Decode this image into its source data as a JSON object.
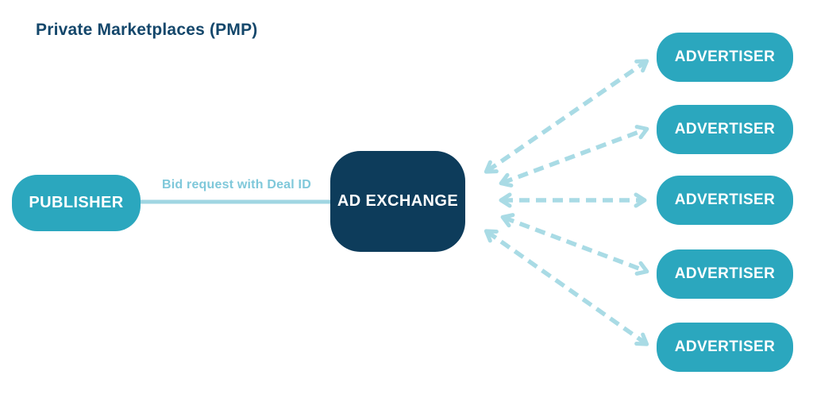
{
  "title": "Private Marketplaces (PMP)",
  "nodes": {
    "publisher": {
      "label": "PUBLISHER"
    },
    "ad_exchange": {
      "label": "AD EXCHANGE"
    },
    "advertisers": [
      {
        "label": "ADVERTISER"
      },
      {
        "label": "ADVERTISER"
      },
      {
        "label": "ADVERTISER"
      },
      {
        "label": "ADVERTISER"
      },
      {
        "label": "ADVERTISER"
      }
    ]
  },
  "edges": {
    "bid_request_label": "Bid request with Deal ID"
  },
  "colors": {
    "node_teal": "#2BA7BE",
    "node_navy": "#0D3C5B",
    "arrow_light_teal": "#A9DBE5",
    "connector_teal": "#A0D6E2",
    "label_teal": "#7FC8DA",
    "title_navy": "#14476B",
    "node_text": "#FFFFFF",
    "background": "#FFFFFF"
  }
}
